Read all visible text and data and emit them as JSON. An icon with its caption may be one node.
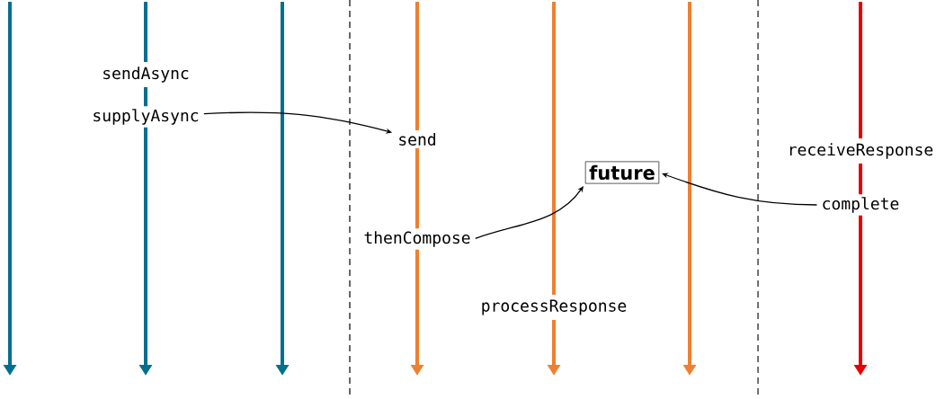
{
  "diagram": {
    "nodes": [
      {
        "text": [
          "supplyAsync"
        ]
      },
      {
        "text": [
          "send"
        ]
      },
      {
        "text": [
          "future"
        ]
      },
      {
        "text": [
          "thenCompose"
        ]
      },
      {
        "text": [
          "complete"
        ]
      }
    ],
    "edges": [
      {
        "from": 0,
        "to": 1,
        "arrow": "to"
      },
      {
        "from": 3,
        "to": 2,
        "arrow": "to"
      },
      {
        "from": 4,
        "to": 2,
        "arrow": "to"
      }
    ],
    "labels": [
      "sendAsync",
      "receiveResponse",
      "processResponse"
    ]
  }
}
